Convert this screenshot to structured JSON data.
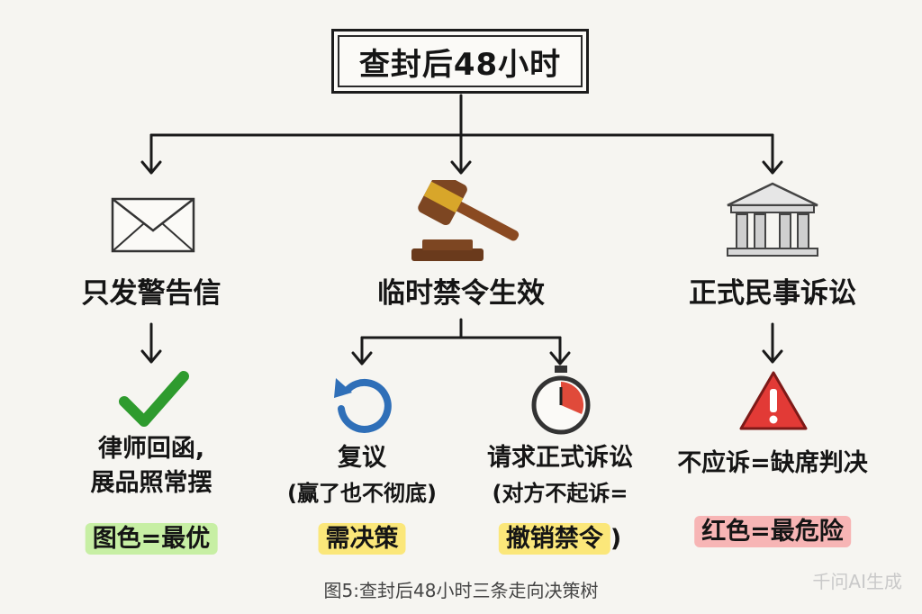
{
  "title": "查封后48小时",
  "branches": [
    {
      "label": "只发警告信",
      "icon": "envelope-icon",
      "outcome_lines": [
        "律师回函,",
        "展品照常摆"
      ],
      "verdict": "图色=最优",
      "verdict_color": "#c7efa4"
    },
    {
      "label": "临时禁令生效",
      "icon": "gavel-icon",
      "sub_branches": [
        {
          "icon": "refresh-icon",
          "title": "复议",
          "note": "(赢了也不彻底)",
          "verdict": "需决策",
          "verdict_color": "#fbe77a"
        },
        {
          "icon": "stopwatch-icon",
          "title": "请求正式诉讼",
          "note": "(对方不起诉=",
          "verdict": "撤销禁令",
          "verdict_tail": ")",
          "verdict_color": "#fbe77a"
        }
      ]
    },
    {
      "label": "正式民事诉讼",
      "icon": "courthouse-icon",
      "outcome_lines": [
        "不应诉=缺席判决"
      ],
      "verdict": "红色=最危险",
      "verdict_color": "#f7b5b5"
    }
  ],
  "caption": "图5:查封后48小时三条走向决策树",
  "watermark": "千问AI生成"
}
